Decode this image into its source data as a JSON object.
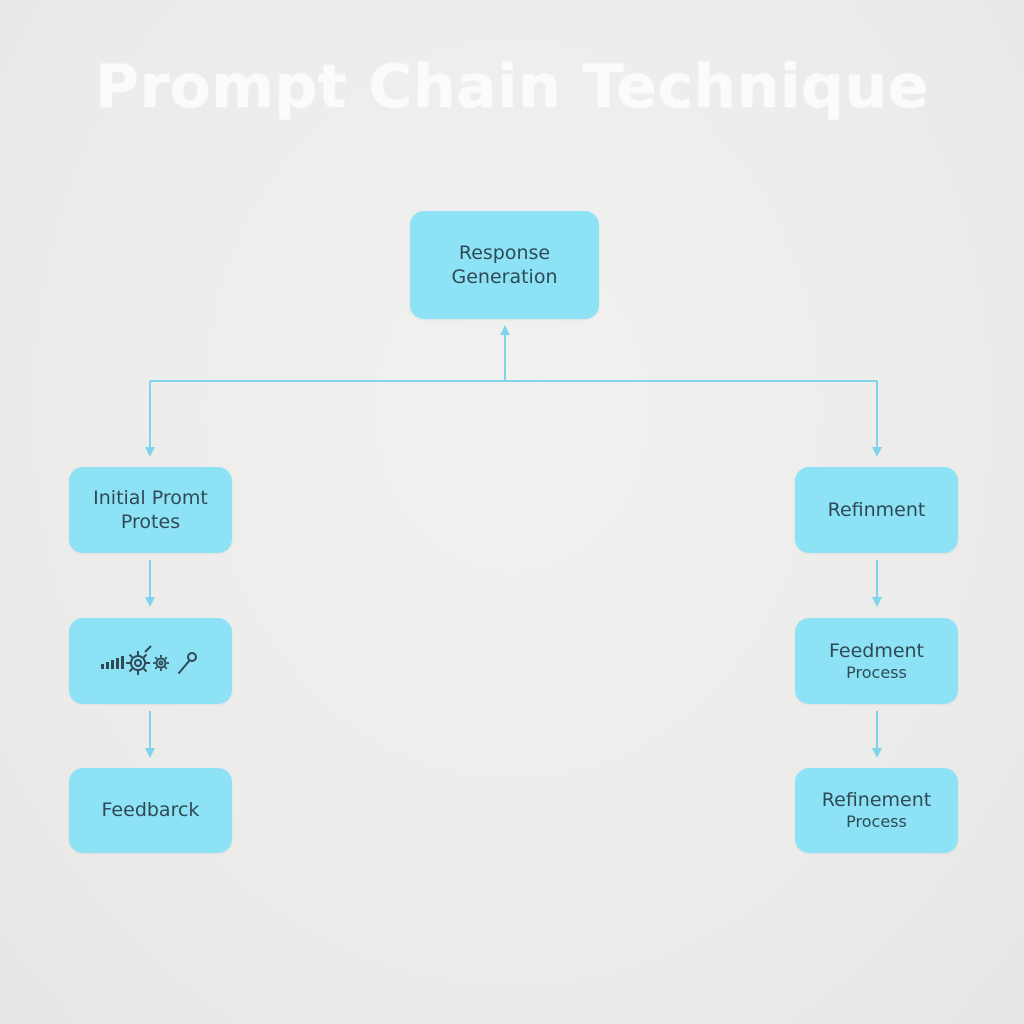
{
  "title": "Prompt Chain Technique",
  "colors": {
    "node_fill": "#8ee2f6",
    "connector": "#7fd3ea",
    "node_text": "#2f4a55",
    "title": "#fbfbfb",
    "background": "#ececea"
  },
  "nodes": {
    "top": {
      "line1": "Response",
      "line2": "Generation"
    },
    "left1": {
      "line1": "Initial Promt",
      "line2": "Protes"
    },
    "left2": {
      "icons": [
        "signal-bars-icon",
        "gear-icon",
        "small-gear-icon",
        "pen-icon"
      ]
    },
    "left3": {
      "line1": "Feedbarck"
    },
    "right1": {
      "line1": "Refinment"
    },
    "right2": {
      "line1": "Feedment",
      "line2": "Process"
    },
    "right3": {
      "line1": "Refinement",
      "line2": "Process"
    }
  }
}
